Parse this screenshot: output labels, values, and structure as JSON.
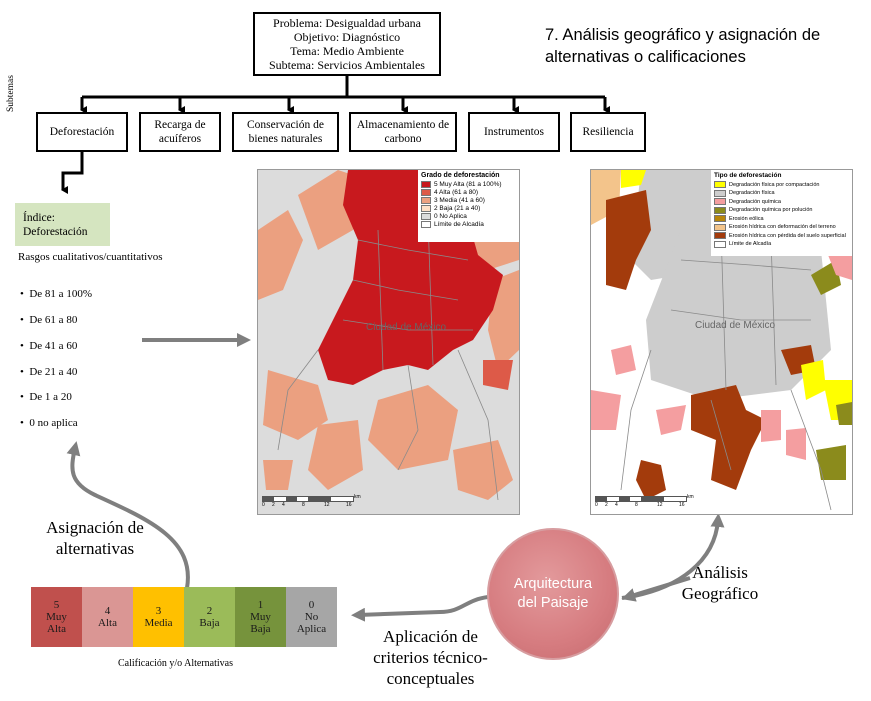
{
  "header": {
    "problema": "Problema: Desigualdad urbana",
    "objetivo": "Objetivo: Diagnóstico",
    "tema": "Tema: Medio Ambiente",
    "subtema": "Subtema: Servicios Ambientales"
  },
  "title": "7. Análisis geográfico y asignación de alternativas o calificaciones",
  "subtemas_label": "Subtemas",
  "subtemas": [
    "Deforestación",
    "Recarga de acuíferos",
    "Conservación de bienes naturales",
    "Almacenamiento de carbono",
    "Instrumentos",
    "Resiliencia"
  ],
  "indice": {
    "label": "Índice:",
    "value": "Deforestación"
  },
  "rasgos_label": "Rasgos cualitativos/cuantitativos",
  "rasgos": [
    "De 81 a 100%",
    "De 61 a 80",
    "De 41 a 60",
    "De 21 a 40",
    "De 1 a 20",
    "0 no aplica"
  ],
  "map1": {
    "legend_title": "Grado de deforestación",
    "legend": [
      {
        "label": "5 Muy Alta (81 a 100%)",
        "color": "#c8191e"
      },
      {
        "label": "4 Alta (61 a 80)",
        "color": "#dd5a48"
      },
      {
        "label": "3 Media (41 a 60)",
        "color": "#eba080"
      },
      {
        "label": "2 Baja (21 a 40)",
        "color": "#fde0c8"
      },
      {
        "label": "0 No Aplica",
        "color": "#dcdcdc"
      },
      {
        "label": "Límite de Alcadía",
        "color": "#ffffff"
      }
    ],
    "city": "Ciudad de México",
    "scale_labels": [
      "0",
      "2",
      "4",
      "8",
      "12",
      "16"
    ],
    "scale_unit": "km"
  },
  "map2": {
    "legend_title": "Tipo de deforestación",
    "legend": [
      {
        "label": "Degradación física por compactación",
        "color": "#ffff00"
      },
      {
        "label": "Degradación física",
        "color": "#cdcdcd"
      },
      {
        "label": "Degradación química",
        "color": "#f49ea0"
      },
      {
        "label": "Degradación química por polución",
        "color": "#8b8b1c"
      },
      {
        "label": "Erosión eólica",
        "color": "#b8860b"
      },
      {
        "label": "Erosión hídrica con deformación del terreno",
        "color": "#f3c48b"
      },
      {
        "label": "Erosión hídrica con pérdida del suelo superficial",
        "color": "#a33b0c"
      },
      {
        "label": "Límite de Alcadía",
        "color": "#ffffff"
      }
    ],
    "city": "Ciudad de México",
    "scale_labels": [
      "0",
      "2",
      "4",
      "8",
      "12",
      "16"
    ],
    "scale_unit": "km"
  },
  "asignacion_label": "Asignación de alternativas",
  "ratings": [
    {
      "num": "5",
      "label": "Muy Alta",
      "color": "#c0504d"
    },
    {
      "num": "4",
      "label": "Alta",
      "color": "#da9694"
    },
    {
      "num": "3",
      "label": "Media",
      "color": "#ffc000"
    },
    {
      "num": "2",
      "label": "Baja",
      "color": "#9bbb59"
    },
    {
      "num": "1",
      "label": "Muy Baja",
      "color": "#76933c"
    },
    {
      "num": "0",
      "label": "No Aplica",
      "color": "#a6a6a6"
    }
  ],
  "ratings_caption": "Calificación  y/o Alternativas",
  "circle": {
    "line1": "Arquitectura",
    "line2": "del Paisaje"
  },
  "aplicacion_label": "Aplicación de criterios técnico-conceptuales",
  "analisis_label": "Análisis Geográfico"
}
